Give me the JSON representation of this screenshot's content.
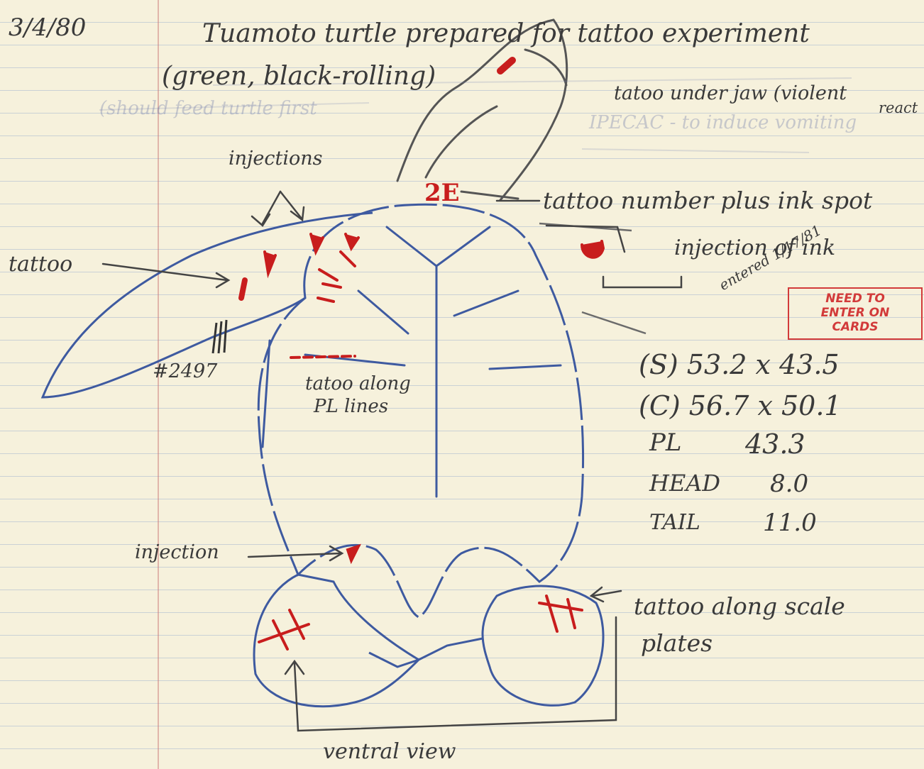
{
  "notebook": {
    "date": "3/4/80",
    "title_line1": "Tuamoto turtle prepared for tattoo experiment",
    "title_line2": "(green, black-rolling)",
    "faded_backside": {
      "line1": "(should feed turtle first",
      "line2": "IPECAC - to induce vomiting"
    }
  },
  "labels": {
    "under_jaw": "tatoo under jaw (violent",
    "under_jaw_cont": "react",
    "injections": "injections",
    "tattoo": "tattoo",
    "number_plus_ink": "tattoo number plus ink spot",
    "injection_of_ink": "injection of ink",
    "entered": "entered 1/17/81",
    "tag": "#2497",
    "pl_lines_1": "tatoo along",
    "pl_lines_2": "PL lines",
    "injection": "injection",
    "scale_plates_1": "tattoo along scale",
    "scale_plates_2": "plates",
    "ventral_view": "ventral view",
    "head_mark": "2E"
  },
  "stamp": {
    "line1": "NEED TO",
    "line2": "ENTER ON",
    "line3": "CARDS"
  },
  "measurements": {
    "straight": "(S)  53.2 x 43.5",
    "curved": "(C)  56.7 x 50.1",
    "pl_label": "PL",
    "pl_value": "43.3",
    "head_label": "HEAD",
    "head_value": "8.0",
    "tail_label": "TAIL",
    "tail_value": "11.0"
  },
  "colors": {
    "ink_pencil": "#3a3a3a",
    "ink_blue": "#3e5aa0",
    "ink_red": "#c81d1d",
    "paper": "#f6f1dc"
  }
}
